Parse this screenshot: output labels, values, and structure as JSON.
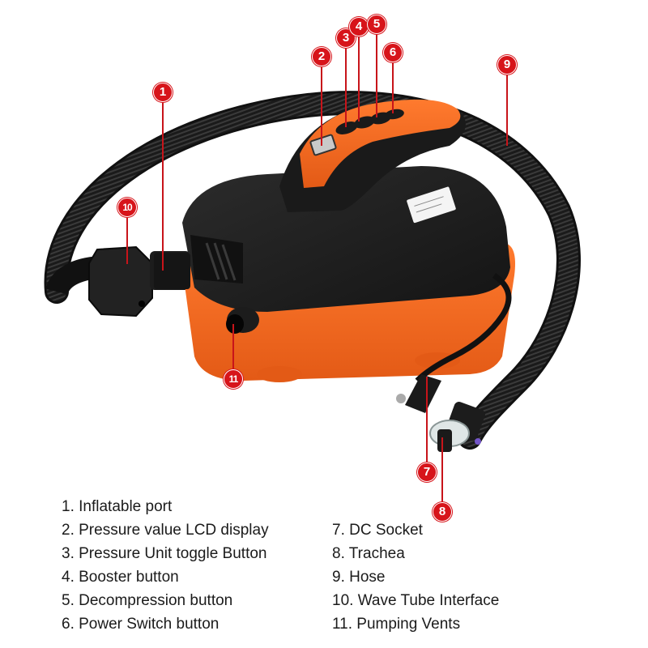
{
  "diagram": {
    "subject": "Electric SUP air pump",
    "marker_color": "#d7141a",
    "body_colors": {
      "shell": "#1f1f1f",
      "accent": "#f26a21",
      "hose": "#151515"
    },
    "callouts": [
      {
        "number": "1",
        "label": "Inflatable port"
      },
      {
        "number": "2",
        "label": "Pressure value LCD display"
      },
      {
        "number": "3",
        "label": "Pressure Unit toggle Button"
      },
      {
        "number": "4",
        "label": "Booster button"
      },
      {
        "number": "5",
        "label": "Decompression button"
      },
      {
        "number": "6",
        "label": "Power Switch button"
      },
      {
        "number": "7",
        "label": "DC Socket"
      },
      {
        "number": "8",
        "label": "Trachea"
      },
      {
        "number": "9",
        "label": "Hose"
      },
      {
        "number": "10",
        "label": "Wave Tube Interface"
      },
      {
        "number": "11",
        "label": "Pumping Vents"
      }
    ]
  },
  "legend": {
    "left": [
      "1. Inflatable port",
      "2. Pressure value LCD display",
      "3. Pressure Unit toggle Button",
      "4. Booster button",
      "5. Decompression button",
      "6. Power Switch button"
    ],
    "right": [
      "7. DC Socket",
      "8. Trachea",
      "9. Hose",
      "10. Wave Tube Interface",
      "11. Pumping Vents"
    ]
  }
}
